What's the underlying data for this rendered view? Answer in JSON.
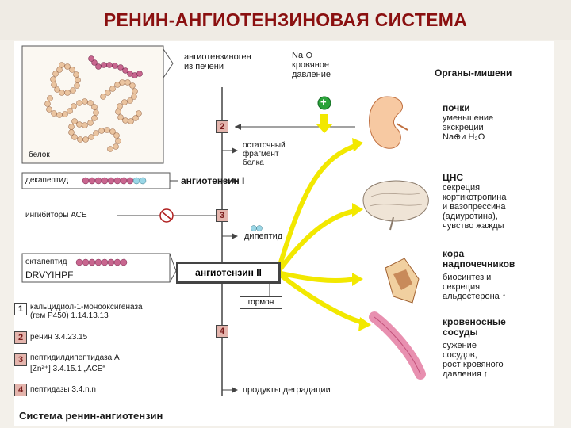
{
  "title": "РЕНИН-АНГИОТЕНЗИНОВАЯ СИСТЕМА",
  "diagram": {
    "protein_label": "белок",
    "angiotensinogen": [
      "ангиотензиноген",
      "из печени"
    ],
    "na_line": "Na",
    "na_sign": "⊖",
    "bp_line1": "кровяное",
    "bp_line2": "давление",
    "plus_sign": "+",
    "residual": [
      "остаточный",
      "фрагмент",
      "белка"
    ],
    "decapeptide": "декапептид",
    "angiotensin1": "ангиотензин I",
    "inhibitors": "ингибиторы АСЕ",
    "dipeptide": "дипептид",
    "octapeptide": "октапептид",
    "sequence": "DRVYIHPF",
    "angiotensin2": "ангиотензин II",
    "hormone": "гормон",
    "degradation": "продукты деградации",
    "step2": "2",
    "step3": "3",
    "step4": "4"
  },
  "targets": {
    "header": "Органы-мишени",
    "kidney": {
      "title": "почки",
      "lines": [
        "уменьшение",
        "экскреции",
        "Na⊕и H₂O"
      ]
    },
    "cns": {
      "title": "ЦНС",
      "lines": [
        "секреция",
        "кортикотропина",
        "и вазопрессина",
        "(адиуротина),",
        "чувство жажды"
      ]
    },
    "adrenal": {
      "title": [
        "кора",
        "надпочечников"
      ],
      "lines": [
        "биосинтез и",
        "секреция",
        "альдостерона"
      ],
      "arrow": "↑"
    },
    "vessels": {
      "title": [
        "кровеносные",
        "сосуды"
      ],
      "lines": [
        "сужение",
        "сосудов,",
        "рост кровяного",
        "давления"
      ],
      "arrow": "↑"
    }
  },
  "legend": [
    {
      "num": "1",
      "lines": [
        "кальцидиол-1-монооксигеназа",
        "(гем P450) 1.14.13.13"
      ]
    },
    {
      "num": "2",
      "lines": [
        "ренин 3.4.23.15"
      ]
    },
    {
      "num": "3",
      "lines": [
        "пептидилдипептидаза А",
        "[Zn²⁺]  3.4.15.1  „ACE“"
      ]
    },
    {
      "num": "4",
      "lines": [
        "пептидазы 3.4.n.n"
      ]
    }
  ],
  "caption": "Система ренин-ангиотензин",
  "colors": {
    "title": "#8a1010",
    "arrow_yellow": "#f2e800",
    "bead": "#c8668f",
    "bead_light": "#eac4a0",
    "box_red": "#e4b5ad"
  }
}
